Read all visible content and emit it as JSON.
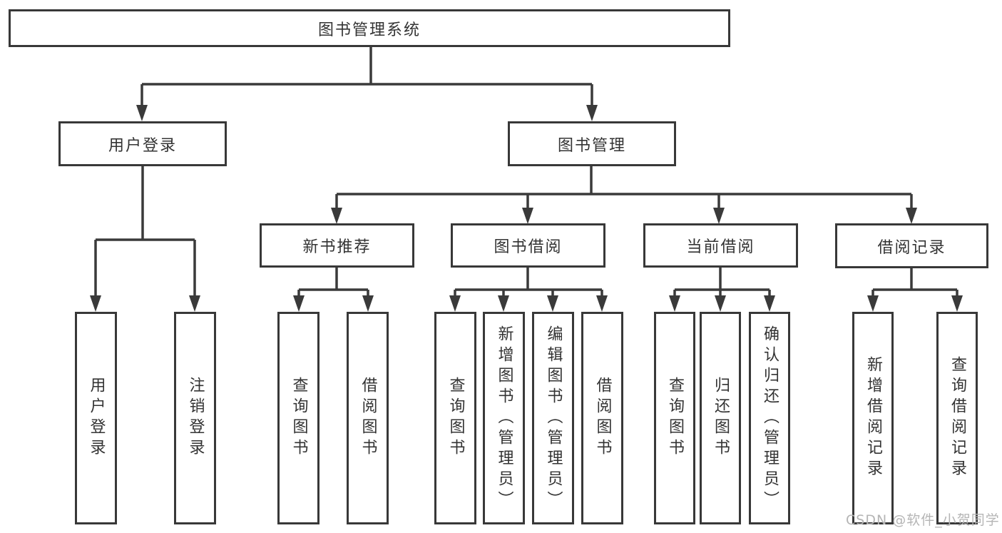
{
  "title": "图书管理系统",
  "branches": {
    "user_login": {
      "label": "用户登录",
      "children": [
        "用户登录",
        "注销登录"
      ]
    },
    "book_mgmt": {
      "label": "图书管理",
      "sections": [
        {
          "label": "新书推荐",
          "children": [
            "查询图书",
            "借阅图书"
          ]
        },
        {
          "label": "图书借阅",
          "children": [
            "查询图书",
            "新增图书（管理员）",
            "编辑图书（管理员）",
            "借阅图书"
          ]
        },
        {
          "label": "当前借阅",
          "children": [
            "查询图书",
            "归还图书",
            "确认归还（管理员）"
          ]
        },
        {
          "label": "借阅记录",
          "children": [
            "新增借阅记录",
            "查询借阅记录"
          ]
        }
      ]
    }
  },
  "watermark": "CSDN @软件_小贺同学",
  "colors": {
    "line": "#3a3a3a",
    "border": "#383838",
    "text": "#333333",
    "background": "#ffffff",
    "watermark": "#b5b5b5"
  }
}
